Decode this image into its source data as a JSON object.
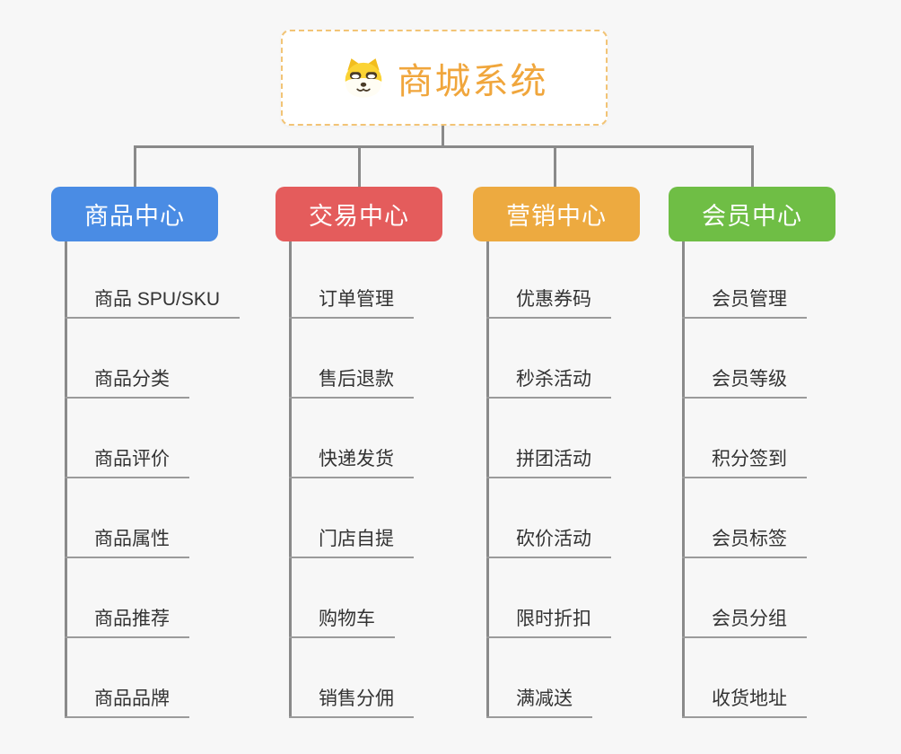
{
  "root": {
    "title": "商城系统",
    "icon": "shiba-dog-icon",
    "title_color": "#f0a63c",
    "border_color": "#f2c476"
  },
  "style": {
    "background": "#f7f7f7",
    "connector_color": "#8a8a8a",
    "underline_color": "#9b9b9b",
    "item_text_color": "#333333"
  },
  "branches": [
    {
      "label": "商品中心",
      "color": "#4a8ce4",
      "children": [
        "商品 SPU/SKU",
        "商品分类",
        "商品评价",
        "商品属性",
        "商品推荐",
        "商品品牌"
      ]
    },
    {
      "label": "交易中心",
      "color": "#e45c5c",
      "children": [
        "订单管理",
        "售后退款",
        "快递发货",
        "门店自提",
        "购物车",
        "销售分佣"
      ]
    },
    {
      "label": "营销中心",
      "color": "#edaa40",
      "children": [
        "优惠券码",
        "秒杀活动",
        "拼团活动",
        "砍价活动",
        "限时折扣",
        "满减送"
      ]
    },
    {
      "label": "会员中心",
      "color": "#6fbe45",
      "children": [
        "会员管理",
        "会员等级",
        "积分签到",
        "会员标签",
        "会员分组",
        "收货地址"
      ]
    }
  ]
}
